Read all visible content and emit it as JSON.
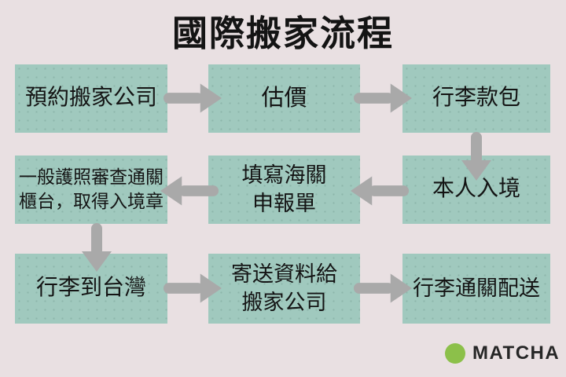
{
  "title": "國際搬家流程",
  "colors": {
    "background": "#e9e0e2",
    "box_fill": "#a0c9be",
    "arrow": "#a9a9a9",
    "title_text": "#141414",
    "box_text": "#141414",
    "logo_green": "#8cc04a",
    "logo_text": "#262626"
  },
  "flow": {
    "steps": [
      {
        "id": 1,
        "label": "預約搬家公司"
      },
      {
        "id": 2,
        "label": "估價"
      },
      {
        "id": 3,
        "label": "行李款包"
      },
      {
        "id": 4,
        "label": "本人入境"
      },
      {
        "id": 5,
        "label": "填寫海關\n申報單"
      },
      {
        "id": 6,
        "label": "一般護照審查通關\n櫃台，取得入境章"
      },
      {
        "id": 7,
        "label": "行李到台灣"
      },
      {
        "id": 8,
        "label": "寄送資料給\n搬家公司"
      },
      {
        "id": 9,
        "label": "行李通關配送"
      }
    ],
    "connections": [
      {
        "from": "預約搬家公司",
        "to": "估價",
        "direction": "right"
      },
      {
        "from": "估價",
        "to": "行李款包",
        "direction": "right"
      },
      {
        "from": "行李款包",
        "to": "本人入境",
        "direction": "down"
      },
      {
        "from": "本人入境",
        "to": "填寫海關申報單",
        "direction": "left"
      },
      {
        "from": "填寫海關申報單",
        "to": "一般護照審查通關櫃台，取得入境章",
        "direction": "left"
      },
      {
        "from": "一般護照審查通關櫃台，取得入境章",
        "to": "行李到台灣",
        "direction": "down"
      },
      {
        "from": "行李到台灣",
        "to": "寄送資料給搬家公司",
        "direction": "right"
      },
      {
        "from": "寄送資料給搬家公司",
        "to": "行李通關配送",
        "direction": "right"
      }
    ]
  },
  "logo": {
    "text": "MATCHA",
    "icon": "green-circle"
  }
}
